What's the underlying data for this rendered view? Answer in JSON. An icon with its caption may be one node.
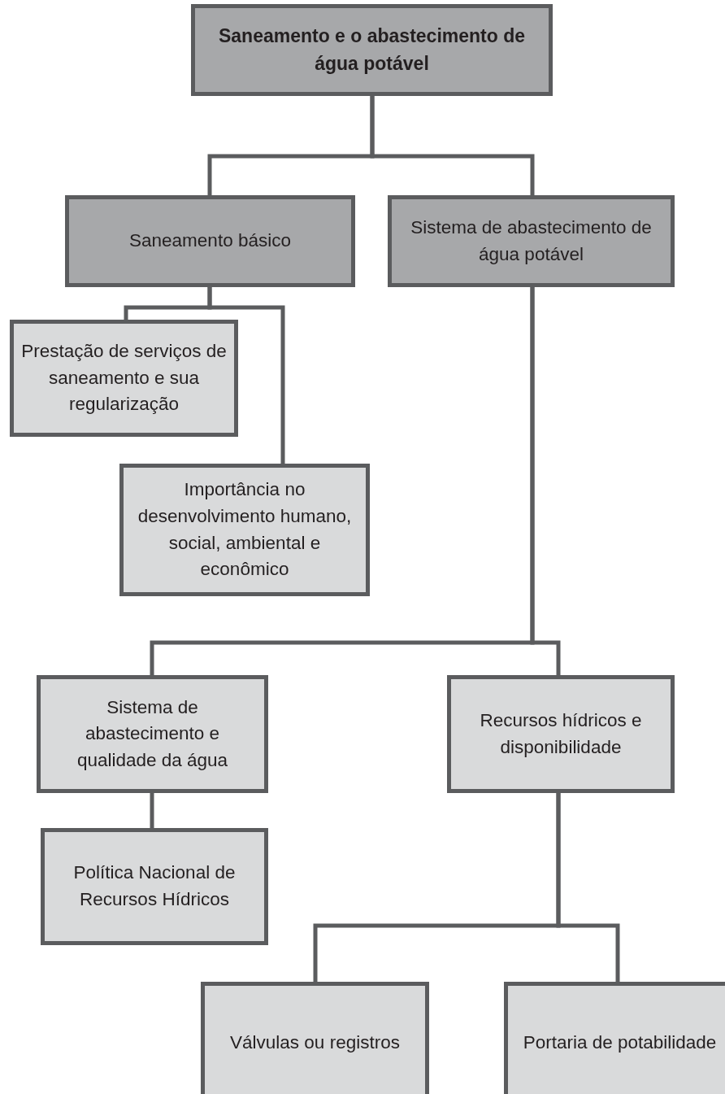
{
  "diagram": {
    "nodes": [
      {
        "text": [
          "Saneamento e o abastecimento de água potável"
        ]
      },
      {
        "text": [
          "Saneamento básico"
        ]
      },
      {
        "text": [
          "Sistema de abastecimento de água potável"
        ]
      },
      {
        "text": [
          "Prestação de serviços de saneamento e sua regularização"
        ]
      },
      {
        "text": [
          "Importância no desenvolvimento humano, social, ambiental e econômico"
        ]
      },
      {
        "text": [
          "Sistema de abastecimento e qualidade da água"
        ]
      },
      {
        "text": [
          "Recursos hídricos e disponibilidade"
        ]
      },
      {
        "text": [
          "Política Nacional de Recursos Hídricos"
        ]
      },
      {
        "text": [
          "Válvulas ou registros"
        ]
      },
      {
        "text": [
          "Portaria de potabilidade"
        ]
      }
    ],
    "edges": [
      {
        "from": 0,
        "to": 1,
        "arrow": "none"
      },
      {
        "from": 0,
        "to": 2,
        "arrow": "none"
      },
      {
        "from": 1,
        "to": 3,
        "arrow": "none"
      },
      {
        "from": 1,
        "to": 4,
        "arrow": "none"
      },
      {
        "from": 2,
        "to": 5,
        "arrow": "none"
      },
      {
        "from": 2,
        "to": 6,
        "arrow": "none"
      },
      {
        "from": 5,
        "to": 7,
        "arrow": "none"
      },
      {
        "from": 6,
        "to": 8,
        "arrow": "none"
      },
      {
        "from": 6,
        "to": 9,
        "arrow": "none"
      }
    ]
  }
}
